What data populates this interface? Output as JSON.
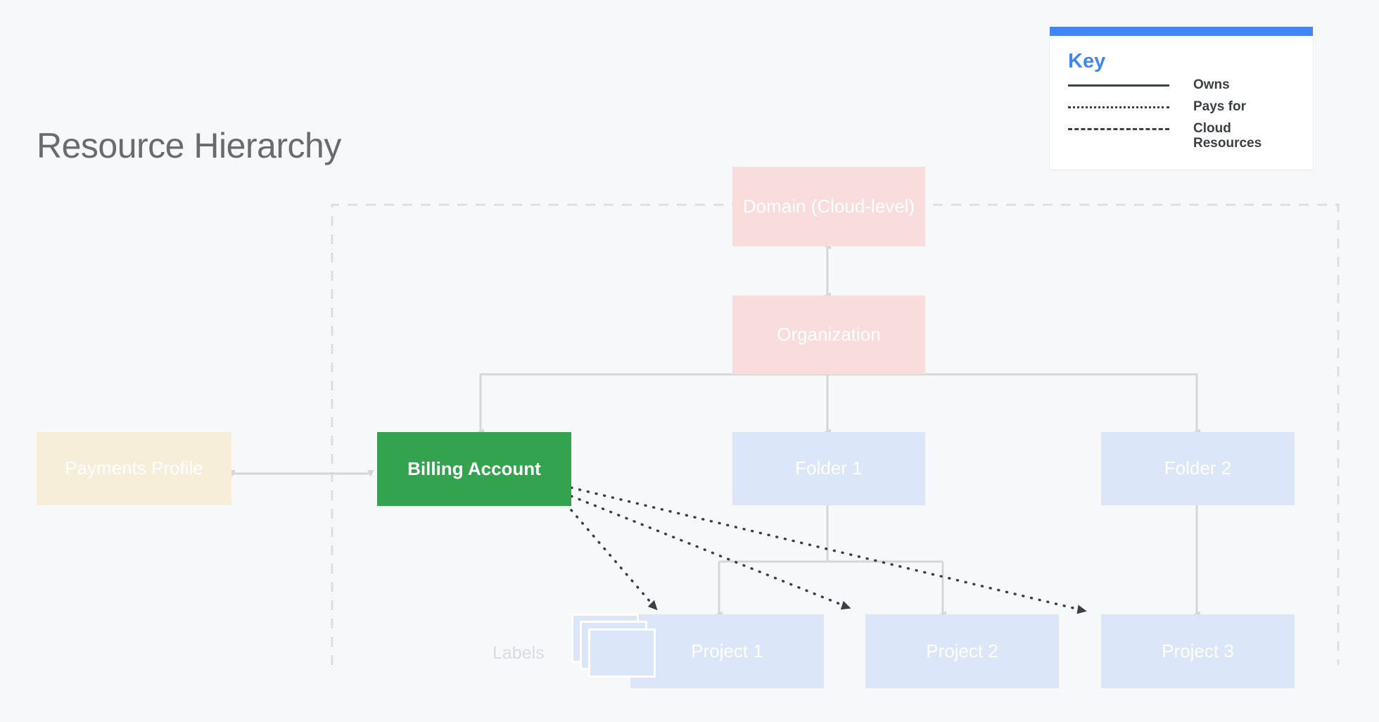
{
  "page": {
    "title": "Resource Hierarchy",
    "background": "#f7f8fa"
  },
  "legend": {
    "title": "Key",
    "accent_color": "#4285f4",
    "items": [
      {
        "style": "solid",
        "label": "Owns"
      },
      {
        "style": "dotted",
        "label": "Pays for"
      },
      {
        "style": "dashed",
        "label": "Cloud Resources"
      }
    ]
  },
  "diagram": {
    "labels_caption": "Labels",
    "nodes": {
      "domain": {
        "label": "Domain (Cloud-level)",
        "color": "#f9dcdc"
      },
      "organization": {
        "label": "Organization",
        "color": "#f9dcdc"
      },
      "payments_profile": {
        "label": "Payments Profile",
        "color": "#f7eed9"
      },
      "billing_account": {
        "label": "Billing Account",
        "color": "#34a34f"
      },
      "folder_1": {
        "label": "Folder 1",
        "color": "#dbe7f8"
      },
      "folder_2": {
        "label": "Folder 2",
        "color": "#dbe7f8"
      },
      "project_1": {
        "label": "Project 1",
        "color": "#dbe7f8"
      },
      "project_2": {
        "label": "Project 2",
        "color": "#dbe7f8"
      },
      "project_3": {
        "label": "Project 3",
        "color": "#dbe7f8"
      }
    },
    "edge_colors": {
      "owns": "#d4d6d8",
      "pays_for": "#3c4043",
      "cloud_boundary": "#dcdfe2"
    }
  }
}
